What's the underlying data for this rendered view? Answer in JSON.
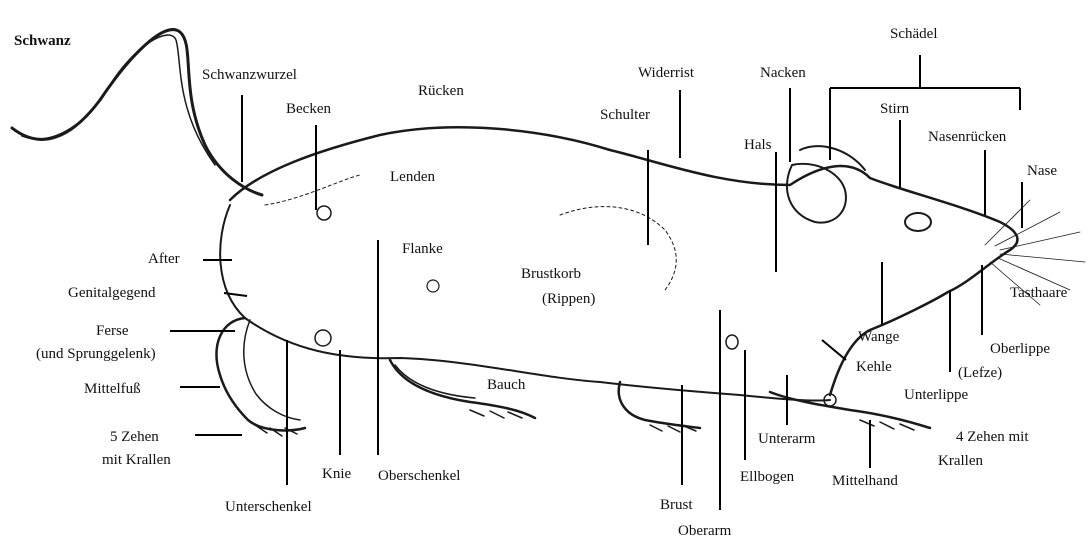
{
  "labels": {
    "schwanz": "Schwanz",
    "schwanzwurzel": "Schwanzwurzel",
    "becken": "Becken",
    "ruecken": "Rücken",
    "widerrist": "Widerrist",
    "nacken": "Nacken",
    "schaedel": "Schädel",
    "schulter": "Schulter",
    "hals": "Hals",
    "stirn": "Stirn",
    "nasenruecken": "Nasenrücken",
    "nase": "Nase",
    "lenden": "Lenden",
    "after": "After",
    "flanke": "Flanke",
    "brustkorb": "Brustkorb",
    "rippen": "(Rippen)",
    "genitalgegend": "Genitalgegend",
    "tasthaare": "Tasthaare",
    "ferse": "Ferse",
    "sprunggelenk": "(und Sprunggelenk)",
    "wange": "Wange",
    "oberlippe": "Oberlippe",
    "kehle": "Kehle",
    "lefze": "(Lefze)",
    "mittelfuss": "Mittelfuß",
    "bauch": "Bauch",
    "unterlippe": "Unterlippe",
    "zehen5_a": "5 Zehen",
    "zehen5_b": "mit Krallen",
    "unterarm": "Unterarm",
    "zehen4_a": "4 Zehen mit",
    "zehen4_b": "Krallen",
    "knie": "Knie",
    "oberschenkel": "Oberschenkel",
    "ellbogen": "Ellbogen",
    "mittelhand": "Mittelhand",
    "brust": "Brust",
    "unterschenkel": "Unterschenkel",
    "oberarm": "Oberarm"
  }
}
